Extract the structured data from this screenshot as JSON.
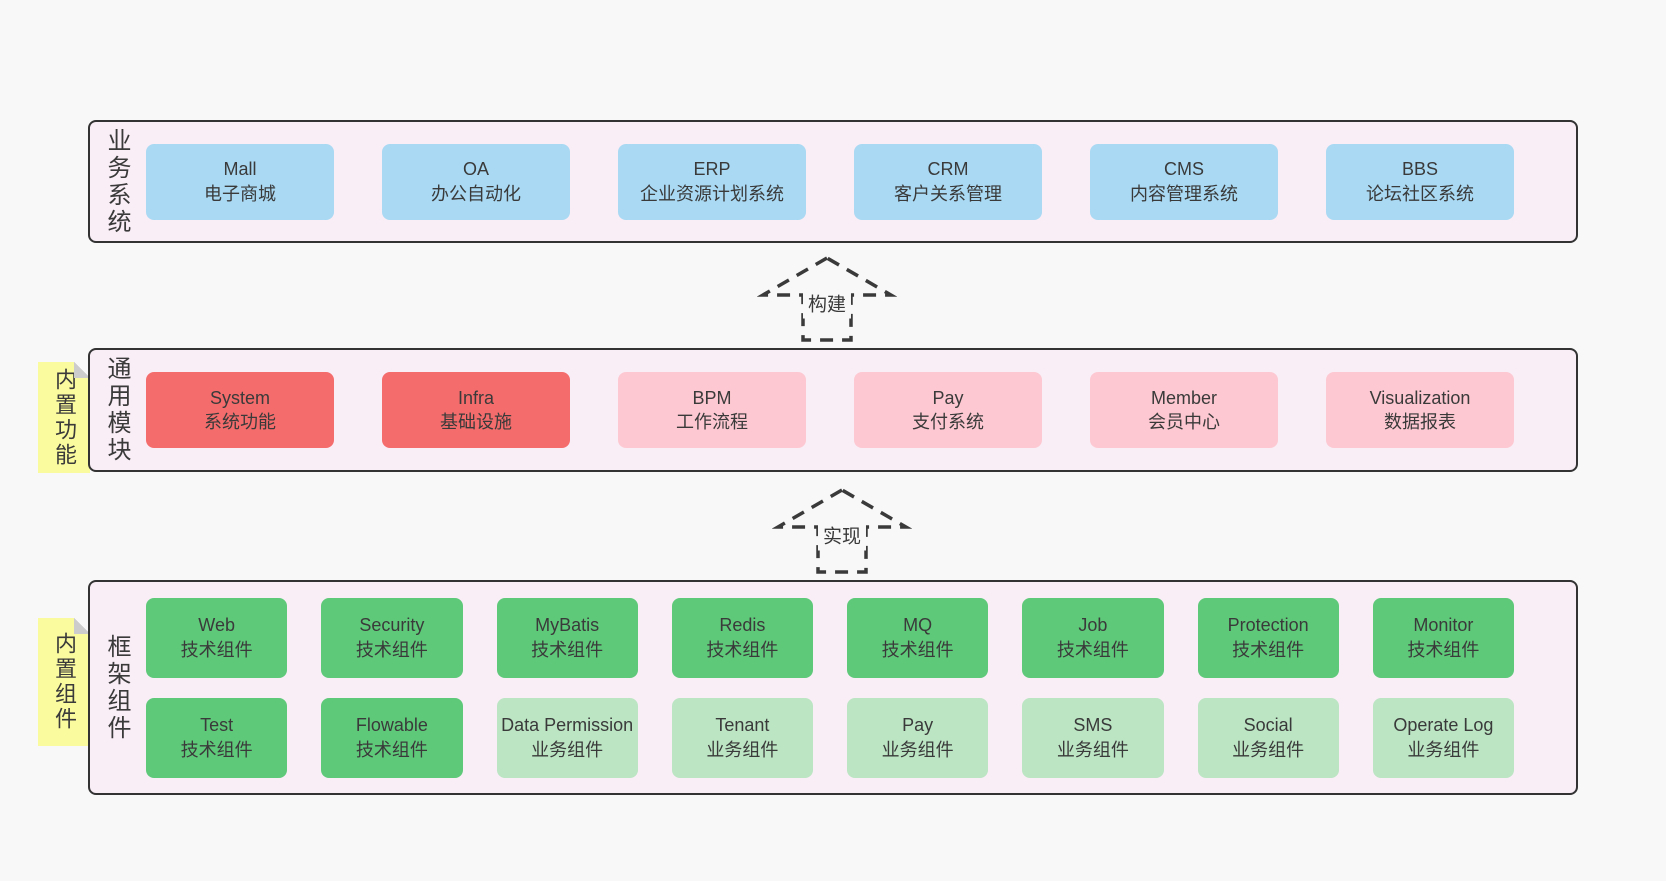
{
  "colors": {
    "page_bg": "#f8f8f8",
    "panel_bg": "#f9edf6",
    "panel_border": "#333333",
    "blue": "#a9d9f3",
    "red": "#f56c6c",
    "pink": "#fdc8d1",
    "green_dark": "#5fc97a",
    "green_light": "#bbe5c3",
    "yellow": "#fafa9e",
    "fold_gray": "#cccccc",
    "text": "#3a3a3a"
  },
  "sections": {
    "business": {
      "label": "业务系统",
      "boxes": [
        {
          "title": "Mall",
          "subtitle": "电子商城"
        },
        {
          "title": "OA",
          "subtitle": "办公自动化"
        },
        {
          "title": "ERP",
          "subtitle": "企业资源计划系统"
        },
        {
          "title": "CRM",
          "subtitle": "客户关系管理"
        },
        {
          "title": "CMS",
          "subtitle": "内容管理系统"
        },
        {
          "title": "BBS",
          "subtitle": "论坛社区系统"
        }
      ]
    },
    "modules": {
      "label": "通用模块",
      "tab": "内置功能",
      "boxes": [
        {
          "title": "System",
          "subtitle": "系统功能"
        },
        {
          "title": "Infra",
          "subtitle": "基础设施"
        },
        {
          "title": "BPM",
          "subtitle": "工作流程"
        },
        {
          "title": "Pay",
          "subtitle": "支付系统"
        },
        {
          "title": "Member",
          "subtitle": "会员中心"
        },
        {
          "title": "Visualization",
          "subtitle": "数据报表"
        }
      ]
    },
    "framework": {
      "label": "框架组件",
      "tab": "内置组件",
      "row1": [
        {
          "title": "Web",
          "subtitle": "技术组件"
        },
        {
          "title": "Security",
          "subtitle": "技术组件"
        },
        {
          "title": "MyBatis",
          "subtitle": "技术组件"
        },
        {
          "title": "Redis",
          "subtitle": "技术组件"
        },
        {
          "title": "MQ",
          "subtitle": "技术组件"
        },
        {
          "title": "Job",
          "subtitle": "技术组件"
        },
        {
          "title": "Protection",
          "subtitle": "技术组件"
        },
        {
          "title": "Monitor",
          "subtitle": "技术组件"
        }
      ],
      "row2": [
        {
          "title": "Test",
          "subtitle": "技术组件"
        },
        {
          "title": "Flowable",
          "subtitle": "技术组件"
        },
        {
          "title": "Data Permission",
          "subtitle": "业务组件"
        },
        {
          "title": "Tenant",
          "subtitle": "业务组件"
        },
        {
          "title": "Pay",
          "subtitle": "业务组件"
        },
        {
          "title": "SMS",
          "subtitle": "业务组件"
        },
        {
          "title": "Social",
          "subtitle": "业务组件"
        },
        {
          "title": "Operate Log",
          "subtitle": "业务组件"
        }
      ]
    }
  },
  "arrows": {
    "build": "构建",
    "implement": "实现"
  }
}
